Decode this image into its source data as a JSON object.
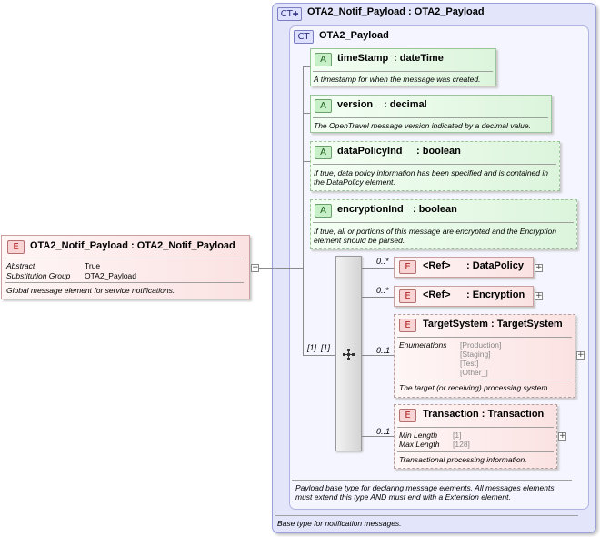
{
  "outer_ct": {
    "badge": "CT",
    "title": "OTA2_Notif_Payload : OTA2_Payload",
    "description": "Base type for notification messages."
  },
  "inner_ct": {
    "badge": "CT",
    "title": "OTA2_Payload",
    "description": "Payload base type for declaring message elements. All messages elements must extend this type AND must end with a Extension element."
  },
  "root_element": {
    "badge": "E",
    "title": "OTA2_Notif_Payload : OTA2_Notif_Payload",
    "props": [
      {
        "name": "Abstract",
        "value": "True"
      },
      {
        "name": "Substitution Group",
        "value": "OTA2_Payload"
      }
    ],
    "description": "Global message element for service notifications."
  },
  "attributes": [
    {
      "badge": "A",
      "name": "timeStamp",
      "type": ": dateTime",
      "description": "A timestamp for when the message was created."
    },
    {
      "badge": "A",
      "name": "version",
      "type": ": decimal",
      "description": "The OpenTravel message version indicated by a decimal value."
    },
    {
      "badge": "A",
      "name": "dataPolicyInd",
      "type": ": boolean",
      "description": "If true, data policy information has been specified and is contained in the DataPolicy element."
    },
    {
      "badge": "A",
      "name": "encryptionInd",
      "type": ": boolean",
      "description": "If true, all or portions of this message are encrypted and the Encryption element should be parsed."
    }
  ],
  "sequence": {
    "multiplicity": "[1]..[1]"
  },
  "children": [
    {
      "badge": "E",
      "ref": "<Ref>",
      "name": ": DataPolicy",
      "multiplicity": "0..*"
    },
    {
      "badge": "E",
      "ref": "<Ref>",
      "name": ": Encryption",
      "multiplicity": "0..*"
    },
    {
      "badge": "E",
      "name": "TargetSystem : TargetSystem",
      "multiplicity": "0..1",
      "prop_label": "Enumerations",
      "enumerations": [
        "[Production]",
        "[Staging]",
        "[Test]",
        "[Other_]"
      ],
      "description": "The target (or receiving) processing system."
    },
    {
      "badge": "E",
      "name": "Transaction : Transaction",
      "multiplicity": "0..1",
      "props": [
        {
          "name": "Min Length",
          "value": "[1]"
        },
        {
          "name": "Max Length",
          "value": "[128]"
        }
      ],
      "description": "Transactional processing information."
    }
  ],
  "plus_symbol": "+",
  "minus_symbol": "−"
}
